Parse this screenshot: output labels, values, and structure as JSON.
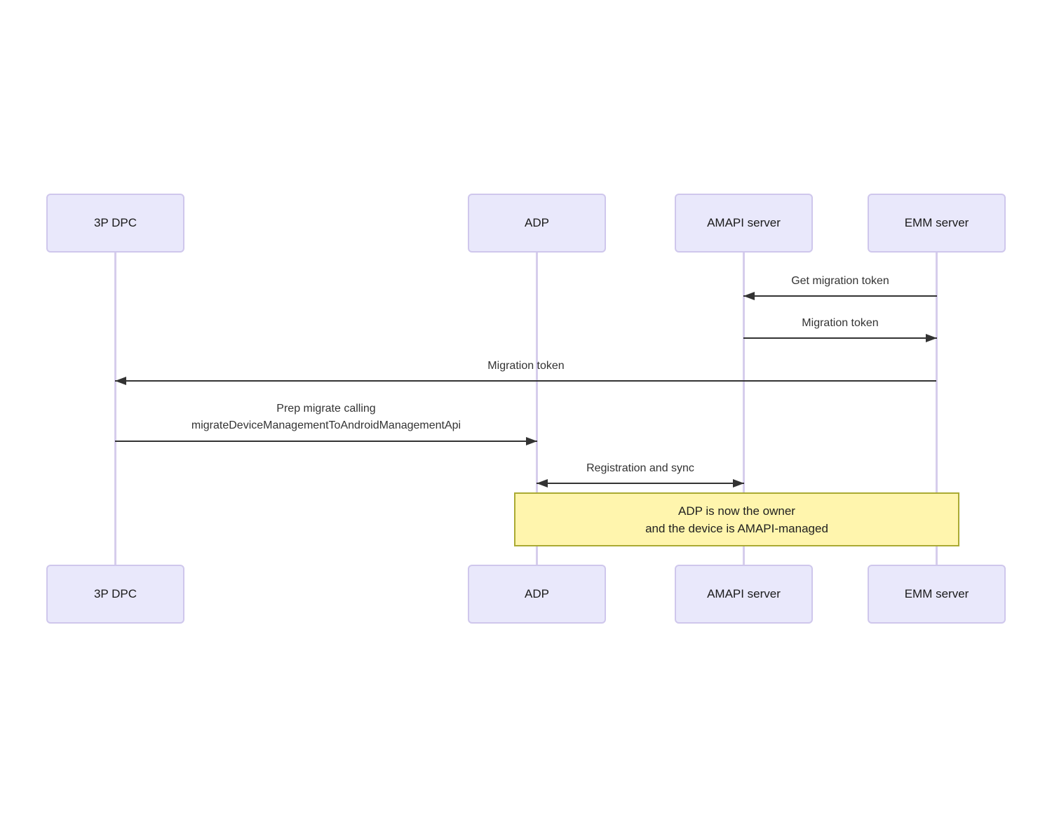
{
  "diagram_type": "sequence-diagram",
  "actors": [
    {
      "id": "3p-dpc",
      "label": "3P DPC"
    },
    {
      "id": "adp",
      "label": "ADP"
    },
    {
      "id": "amapi-server",
      "label": "AMAPI server"
    },
    {
      "id": "emm-server",
      "label": "EMM server"
    }
  ],
  "messages": [
    {
      "from": "EMM server",
      "to": "AMAPI server",
      "direction": "left",
      "label": "Get migration token"
    },
    {
      "from": "AMAPI server",
      "to": "EMM server",
      "direction": "right",
      "label": "Migration token"
    },
    {
      "from": "EMM server",
      "to": "3P DPC",
      "direction": "left",
      "label": "Migration token"
    },
    {
      "from": "3P DPC",
      "to": "ADP",
      "direction": "right",
      "label_lines": [
        "Prep migrate calling",
        "migrateDeviceManagementToAndroidManagementApi"
      ]
    },
    {
      "from": "ADP",
      "to": "AMAPI server",
      "direction": "both",
      "label": "Registration and sync"
    }
  ],
  "note": {
    "lines": [
      "ADP is now the owner",
      "and the device is AMAPI-managed"
    ]
  },
  "colors": {
    "actor_fill": "#E9E8FB",
    "actor_border": "#CFC7EC",
    "lifeline": "#D6CDEC",
    "arrow": "#333333",
    "message_text": "#333333",
    "note_fill": "#FFF5AD",
    "note_border": "#AAAA33",
    "background": "#FFFFFF"
  }
}
